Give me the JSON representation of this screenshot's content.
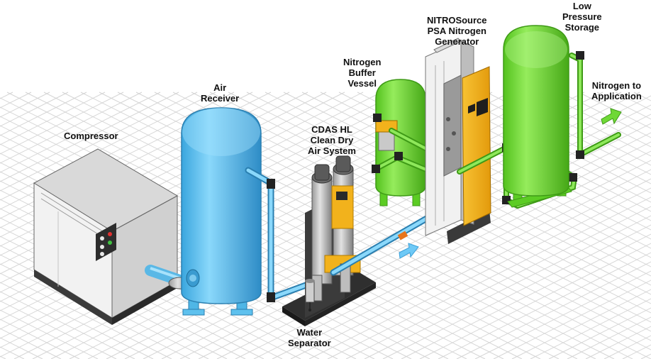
{
  "labels": {
    "compressor": [
      "Compressor"
    ],
    "air_receiver": [
      "Air",
      "Receiver"
    ],
    "cdas": [
      "CDAS HL",
      "Clean Dry",
      "Air System"
    ],
    "buffer": [
      "Nitrogen",
      "Buffer",
      "Vessel"
    ],
    "generator": [
      "NITROSource",
      "PSA Nitrogen",
      "Generator"
    ],
    "storage": [
      "Low",
      "Pressure",
      "Storage"
    ],
    "application": [
      "Nitrogen to",
      "Application"
    ],
    "separator": [
      "Water",
      "Separator"
    ]
  },
  "colors": {
    "grid": "#d3d3d3",
    "air_blue": "#66c8f0",
    "air_blue_dark": "#2f8fc8",
    "nitrogen_green": "#6fd836",
    "nitrogen_green_dark": "#3e9a16",
    "generator_yellow": "#f2b21c",
    "housing_grey": "#e6e6e6",
    "pipe_fitting": "#222222"
  },
  "icons": [
    "air-flow-arrow-icon",
    "nitrogen-flow-arrow-icon",
    "water-drain-icon"
  ]
}
